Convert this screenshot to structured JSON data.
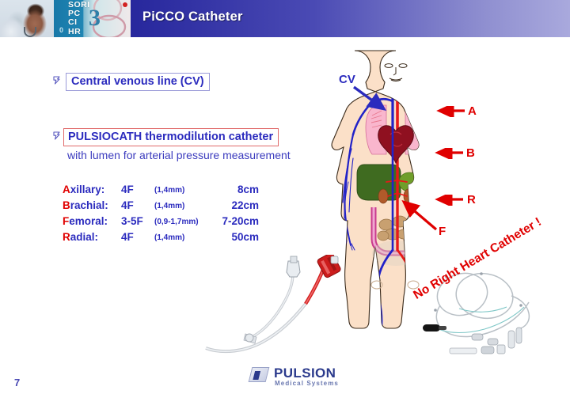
{
  "header": {
    "title": "PiCCO Catheter",
    "monitor": {
      "abbreviations": [
        "SORI",
        "PC",
        "CI",
        "HR"
      ],
      "zero_label": "0",
      "big_number": "3"
    },
    "photo_alt": "doctor-photo",
    "gradient_from": "#1a1a8c",
    "gradient_to": "#a9a9dd",
    "title_color": "#ffffff"
  },
  "content": {
    "bullet_1": {
      "label": "Central venous line (CV)",
      "box_border_color": "#9a9ad8",
      "text_color": "#2b2bbe"
    },
    "bullet_2": {
      "label": "PULSIOCATH thermodilution catheter",
      "box_border_color": "#e06a6a",
      "text_color": "#2b2bbe",
      "subtitle": "with lumen for arterial pressure measurement"
    },
    "sizes": {
      "rows": [
        {
          "initial": "A",
          "rest": "xillary:",
          "french": "4F",
          "mm": "(1,4mm)",
          "length": "8cm"
        },
        {
          "initial": "B",
          "rest": "rachial:",
          "french": "4F",
          "mm": "(1,4mm)",
          "length": "22cm"
        },
        {
          "initial": "F",
          "rest": "emoral:",
          "french": "3-5F",
          "mm": "(0,9-1,7mm)",
          "length": "7-20cm"
        },
        {
          "initial": "R",
          "rest": "adial:",
          "french": "4F",
          "mm": "(1,4mm)",
          "length": "50cm"
        }
      ],
      "initial_color": "#e00000",
      "text_color": "#2b2bbe"
    }
  },
  "figure": {
    "alt": "human-anatomy-vascular-diagram",
    "labels": [
      {
        "key": "cv",
        "text": "CV",
        "color": "#2b2bbe"
      },
      {
        "key": "a",
        "text": "A",
        "color": "#e00000"
      },
      {
        "key": "b",
        "text": "B",
        "color": "#e00000"
      },
      {
        "key": "r",
        "text": "R",
        "color": "#e00000"
      },
      {
        "key": "f",
        "text": "F",
        "color": "#e00000"
      }
    ],
    "organ_colors": {
      "skin": "#fbe0c8",
      "lung": "#f9b6cd",
      "heart": "#8f1020",
      "liver": "#3f6b20",
      "intestine": "#c93b8e",
      "artery": "#e81818",
      "vein": "#2222c8"
    }
  },
  "photos": {
    "catheter_alt": "pulsiocath-catheter-photo",
    "kit_alt": "coiled-catheter-kit-photo",
    "annotation": "No Right Heart Catheter !",
    "annotation_color": "#e00000"
  },
  "footer": {
    "page_number": "7",
    "brand": "PULSION",
    "tagline": "Medical Systems",
    "brand_color": "#2b3a8c"
  }
}
